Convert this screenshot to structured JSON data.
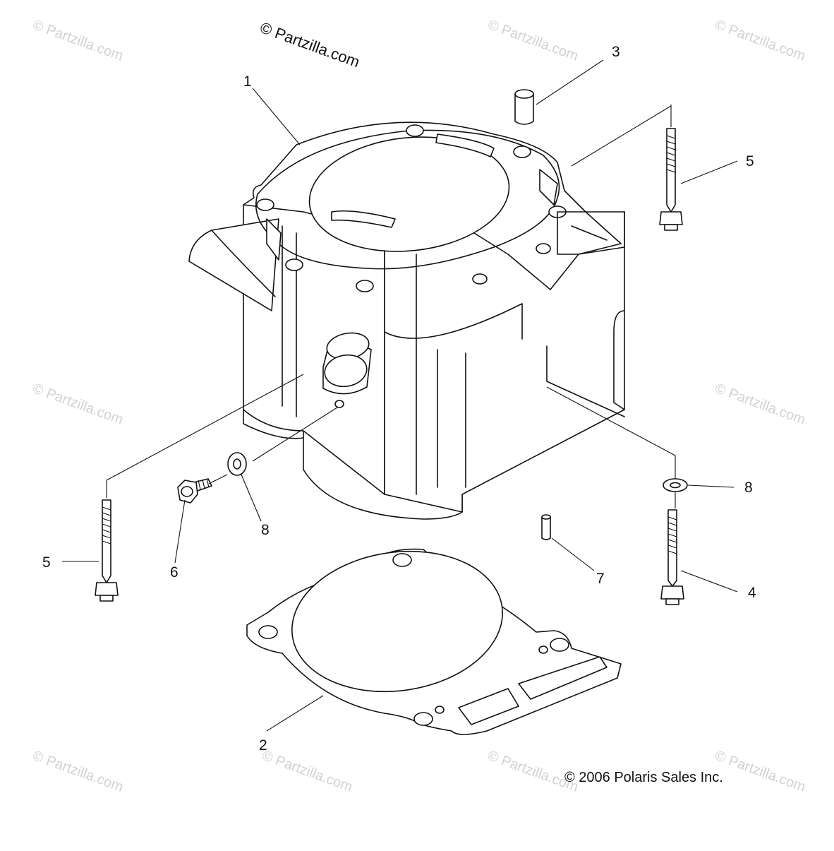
{
  "brand_watermark": "© Partzilla.com",
  "tiled_watermark": "© Partzilla.com",
  "copyright": "© 2006 Polaris Sales Inc.",
  "callouts": {
    "cylinder": "1",
    "base_gasket": "2",
    "dowel_sleeve": "3",
    "bolt_short": "4",
    "bolt_left": "5",
    "bolt_right": "5",
    "banjo_plug": "6",
    "pin": "7",
    "washer_left": "8",
    "washer_right": "8"
  },
  "parts": [
    {
      "number": "1",
      "name": "cylinder"
    },
    {
      "number": "2",
      "name": "base gasket"
    },
    {
      "number": "3",
      "name": "dowel sleeve"
    },
    {
      "number": "4",
      "name": "bolt"
    },
    {
      "number": "5",
      "name": "bolt"
    },
    {
      "number": "6",
      "name": "plug"
    },
    {
      "number": "7",
      "name": "pin"
    },
    {
      "number": "8",
      "name": "washer"
    }
  ]
}
